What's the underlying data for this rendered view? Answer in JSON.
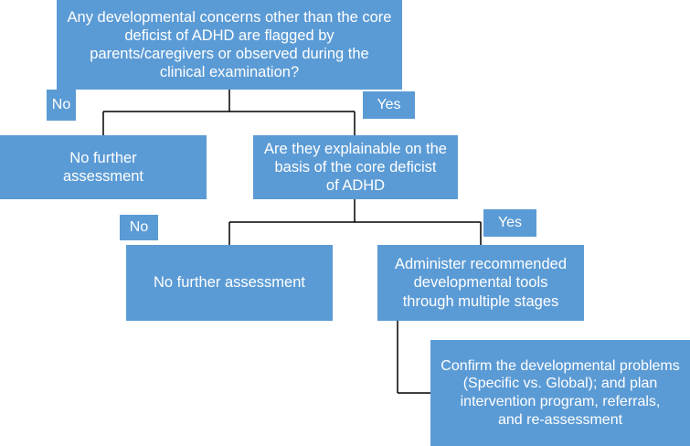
{
  "diagram": {
    "nodes": {
      "root": "Any developmental concerns other than the core\ndeficist of ADHD are flagged by\nparents/caregivers or observed during the\nclinical examination?",
      "no_further_1": "No further\nassessment",
      "explainable": "Are they explainable on the\nbasis of the core deficist\nof ADHD",
      "no_further_2": "No further assessment",
      "administer": "Administer recommended\ndevelopmental tools\nthrough multiple stages",
      "confirm": "Confirm the developmental problems\n(Specific vs. Global);  and plan\nintervention  program, referrals,\nand re-assessment"
    },
    "labels": {
      "no_1": "No",
      "yes_1": "Yes",
      "no_2": "No",
      "yes_2": "Yes"
    }
  },
  "colors": {
    "box_fill": "#5b9bd5",
    "text": "#ffffff",
    "connector": "#000000"
  }
}
